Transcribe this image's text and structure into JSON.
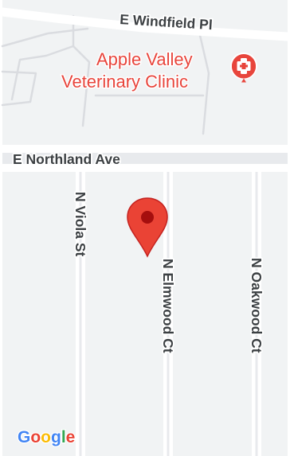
{
  "map": {
    "streets": {
      "windfield": "E Windfield Pl",
      "northland": "E Northland Ave",
      "viola": "N Viola St",
      "elmwood": "N Elmwood Ct",
      "oakwood": "N Oakwood Ct"
    },
    "poi": {
      "name_line1": "Apple Valley",
      "name_line2": "Veterinary Clinic",
      "icon": "veterinary-icon",
      "color": "#e8453c"
    },
    "marker": {
      "icon": "location-pin-icon",
      "color": "#ea4335"
    },
    "attribution": {
      "logo_text": "Google",
      "letters": [
        "G",
        "o",
        "o",
        "g",
        "l",
        "e"
      ],
      "colors": [
        "#4285f4",
        "#ea4335",
        "#fbbc05",
        "#4285f4",
        "#34a853",
        "#ea4335"
      ]
    }
  }
}
